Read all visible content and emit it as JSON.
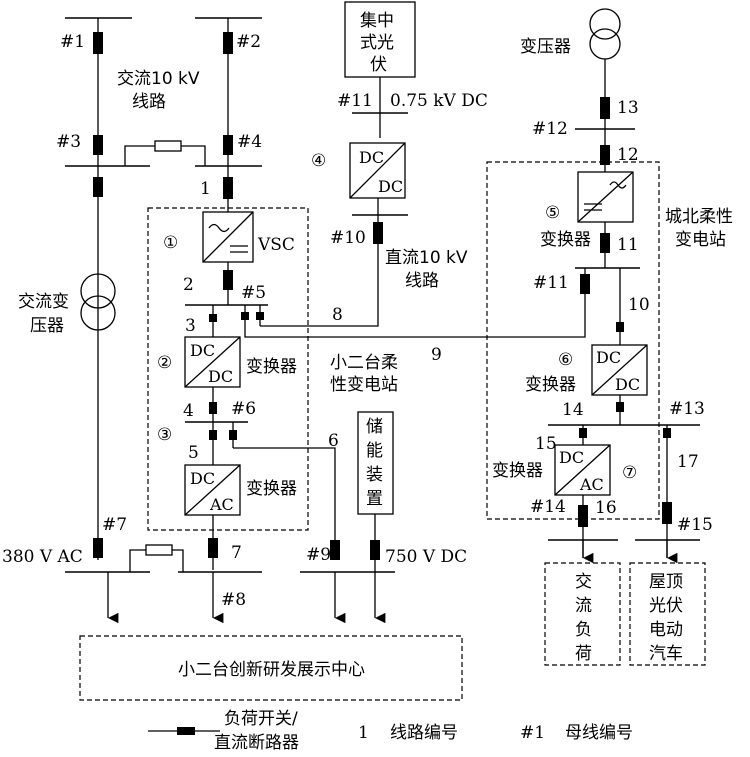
{
  "buses": {
    "b1": "#1",
    "b2": "#2",
    "b3": "#3",
    "b4": "#4",
    "b5": "#5",
    "b6": "#6",
    "b7": "#7",
    "b8": "#8",
    "b9": "#9",
    "b10": "#10",
    "b11a": "#11",
    "b11b": "#11",
    "b12": "#12",
    "b13": "#13",
    "b14": "#14",
    "b15": "#15"
  },
  "lines": {
    "l1": "1",
    "l2": "2",
    "l3": "3",
    "l4": "4",
    "l5": "5",
    "l6": "6",
    "l7": "7",
    "l8": "8",
    "l9": "9",
    "l10": "10",
    "l11": "11",
    "l12": "12",
    "l13": "13",
    "l14": "14",
    "l15": "15",
    "l16": "16",
    "l17": "17"
  },
  "circles": {
    "c1": "①",
    "c2": "②",
    "c3": "③",
    "c4": "④",
    "c5": "⑤",
    "c6": "⑥",
    "c7": "⑦"
  },
  "labels": {
    "ac_line_1": "交流10 kV",
    "ac_line_2": "线路",
    "ac_transformer_1": "交流变",
    "ac_transformer_2": "压器",
    "vsc": "VSC",
    "converter": "变换器",
    "substation_1": "小二台柔",
    "substation_2": "性变电站",
    "pv_1": "集中",
    "pv_2": "式光",
    "pv_3": "伏",
    "dc075": "0.75 kV DC",
    "dc_line_1": "直流10 kV",
    "dc_line_2": "线路",
    "transformer": "变压器",
    "chengbei_1": "城北柔性",
    "chengbei_2": "变电站",
    "storage_1": "储",
    "storage_2": "能",
    "storage_3": "装",
    "storage_4": "置",
    "v380": "380 V AC",
    "v750": "750 V DC",
    "center": "小二台创新研发展示中心",
    "ac_load_1": "交",
    "ac_load_2": "流",
    "ac_load_3": "负",
    "ac_load_4": "荷",
    "roof_1": "屋顶",
    "roof_2": "光伏",
    "roof_3": "电动",
    "roof_4": "汽车",
    "dc": "DC",
    "ac": "AC"
  },
  "legend": {
    "switch_1": "负荷开关/",
    "switch_2": "直流断路器",
    "line_no_sample": "1",
    "line_no": "线路编号",
    "bus_no_sample": "#1",
    "bus_no": "母线编号"
  }
}
